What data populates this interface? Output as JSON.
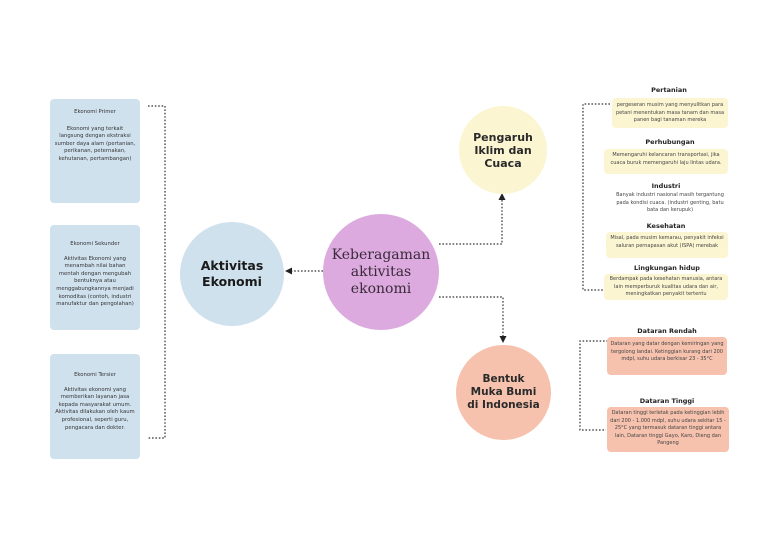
{
  "center": {
    "title": "Keberagaman aktivitas ekonomi"
  },
  "aktivitas": {
    "title": "Aktivitas Ekonomi",
    "items": [
      {
        "title": "Ekonomi Primer",
        "desc": "Ekonomi yang terkait langsung dengan ekstraksi sumber daya alam (pertanian, perikanan, peternakan, kehutanan, pertambangan)"
      },
      {
        "title": "Ekonomi Sekunder",
        "desc": "Aktivitas Ekonomi yang menambah nilai bahan mentah dengan mengubah bentuknya atau menggabungkannya menjadi komoditas (contoh, industri manufaktur dan pengolahan)"
      },
      {
        "title": "Ekonomi Tersier",
        "desc": "Aktivitas ekonomi yang memberikan layanan jasa kepada masyarakat umum. Aktivitas dilakukan oleh kaum profesional, seperti guru, pengacara dan dokter."
      }
    ]
  },
  "iklim": {
    "title": "Pengaruh Iklim dan Cuaca",
    "items": [
      {
        "title": "Pertanian",
        "desc": "pergeseran musim yang menyulitkan para petani menentukan masa tanam dan masa panen bagi tanaman mereka"
      },
      {
        "title": "Perhubungan",
        "desc": "Memengaruhi kelancaran transportasi, jika cuaca buruk memengaruhi laju lintas udara."
      },
      {
        "title": "Industri",
        "desc": "Banyak industri nasional masih tergantung pada kondisi cuaca. (industri genting, batu bata dan kerupuk)"
      },
      {
        "title": "Kesehatan",
        "desc": "Misal, pada musim kemarau, penyakit infeksi saluran pernapasan akut (ISPA) merebak"
      },
      {
        "title": "Lingkungan hidup",
        "desc": "Berdampak pada kesehatan manusia, antara lain memperburuk kualitas udara dan air, meningkatkan penyakit tertentu"
      }
    ]
  },
  "bumi": {
    "title": "Bentuk Muka Bumi di Indonesia",
    "items": [
      {
        "title": "Dataran Rendah",
        "desc": "Dataran yang datar dengan kemiringan yang tergolong landai. Ketinggian kurang dari 200 mdpl, suhu udara berkisar 23 - 35°C"
      },
      {
        "title": "Dataran Tinggi",
        "desc": "Dataran tinggi terletak pada ketinggian lebih dari 200 - 1.000 mdpl, suhu udara sekitar 15 - 25°C yang termasuk dataran tinggi antara lain, Dataran tinggi Gayo, Karo, Dieng dan Pangeng"
      }
    ]
  },
  "colors": {
    "aktivitas": "#d0e1ee",
    "center": "#dcaade",
    "iklim": "#fbf5d2",
    "bumi": "#f6c2ae"
  }
}
